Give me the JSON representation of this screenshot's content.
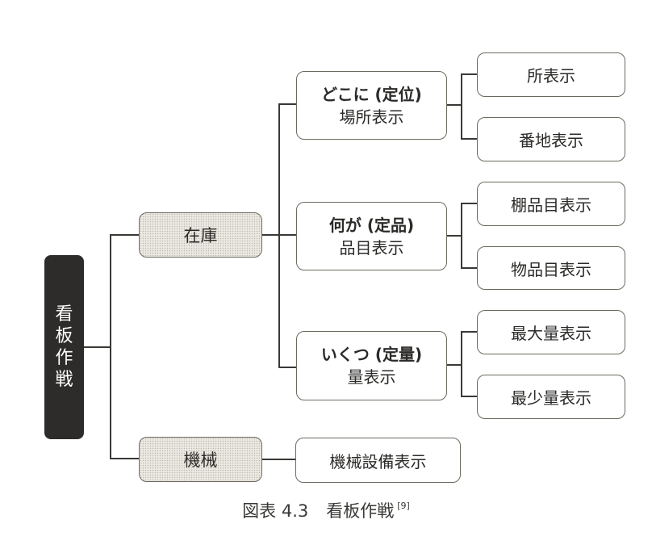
{
  "root": {
    "label_chars": [
      "看",
      "板",
      "作",
      "戦"
    ]
  },
  "level1": [
    {
      "label": "在庫"
    },
    {
      "label": "機械"
    }
  ],
  "level2": [
    {
      "title": "どこに (定位)",
      "subtitle": "場所表示"
    },
    {
      "title": "何が (定品)",
      "subtitle": "品目表示"
    },
    {
      "title": "いくつ (定量)",
      "subtitle": "量表示"
    },
    {
      "title": "機械設備表示"
    }
  ],
  "leaves": [
    {
      "label": "所表示"
    },
    {
      "label": "番地表示"
    },
    {
      "label": "棚品目表示"
    },
    {
      "label": "物品目表示"
    },
    {
      "label": "最大量表示"
    },
    {
      "label": "最少量表示"
    }
  ],
  "caption": {
    "number": "図表 4.3",
    "title": "看板作戦",
    "reference": "[9]"
  },
  "colors": {
    "root_fill": "#2e2c2b",
    "shaded_fill": "#ebe9e1",
    "line": "#3a3936",
    "border": "#6b6a60"
  }
}
